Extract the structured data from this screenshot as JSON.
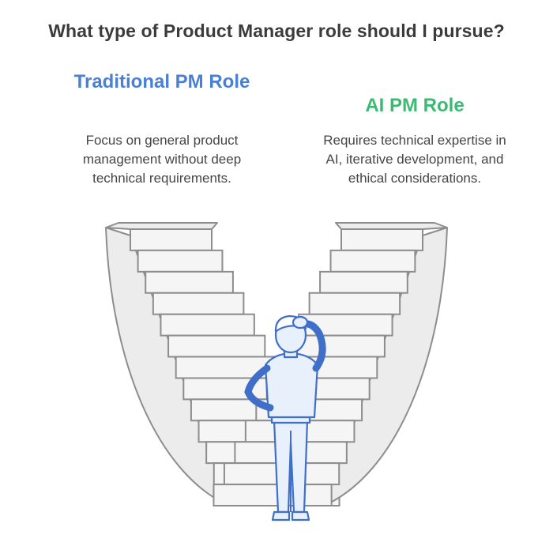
{
  "title": "What type of Product Manager role should I pursue?",
  "options": [
    {
      "title": "Traditional PM Role",
      "description": "Focus on general product management without deep technical requirements.",
      "color": "#4a7fd6"
    },
    {
      "title": "AI PM Role",
      "description": "Requires technical expertise in AI, iterative development, and ethical considerations.",
      "color": "#3bba72"
    }
  ],
  "illustration": {
    "stair_fill": "#ececec",
    "stair_stroke": "#8d8d8d",
    "person_stroke": "#3f6fc9",
    "person_fill": "#e8f0fb",
    "icons": [
      "staircase-left",
      "staircase-right",
      "person-thinking-icon"
    ]
  }
}
